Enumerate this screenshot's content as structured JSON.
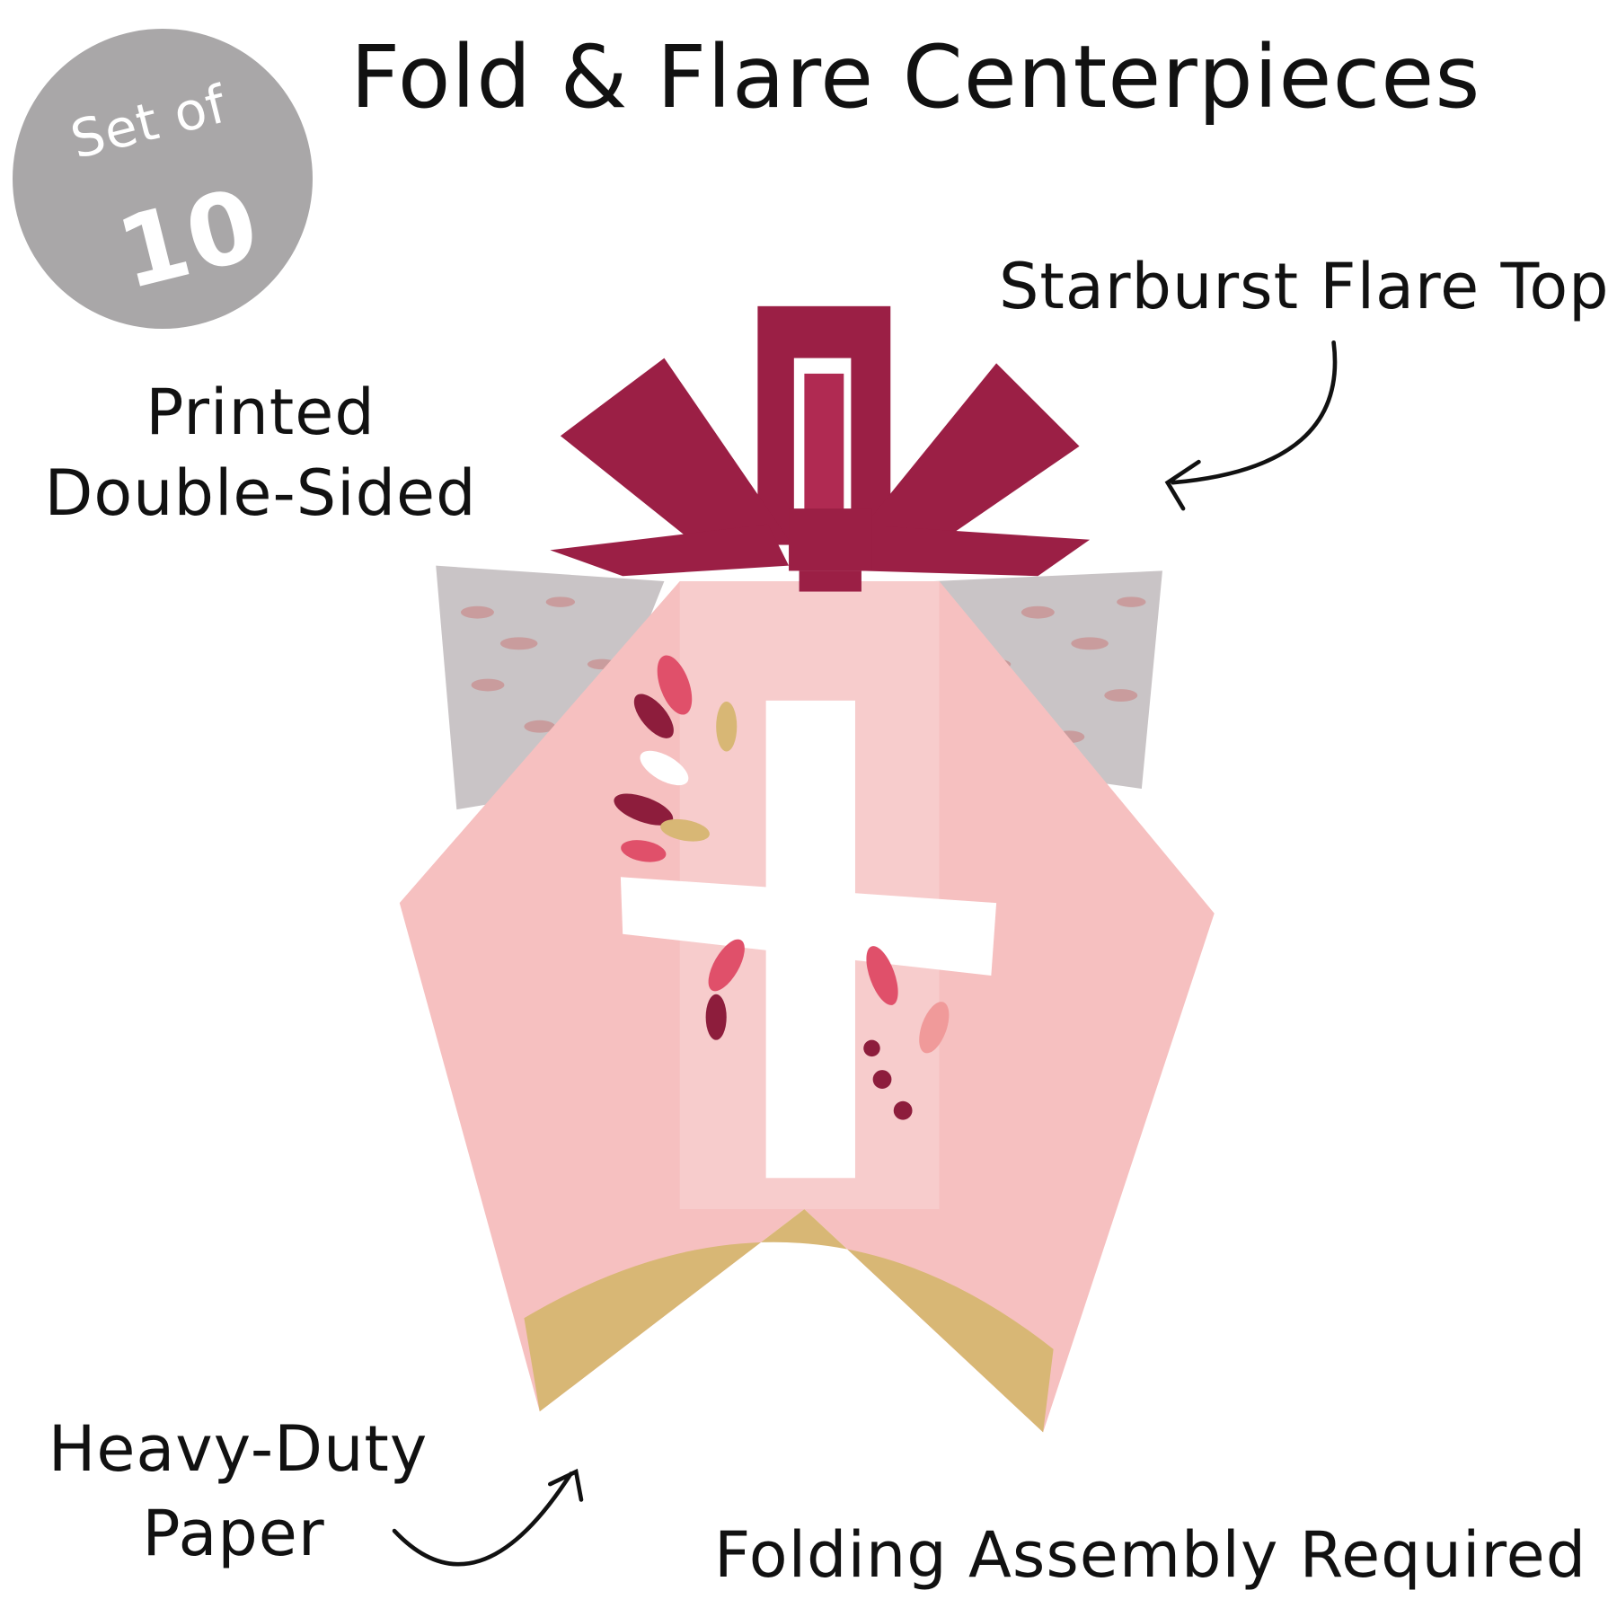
{
  "badge": {
    "line1": "Set of",
    "line2": "10"
  },
  "title": "Fold & Flare Centerpieces",
  "callouts": {
    "starburst": "Starburst Flare Top",
    "printed_line1": "Printed",
    "printed_line2": "Double-Sided",
    "paper_line1": "Heavy-Duty",
    "paper_line2": "Paper",
    "assembly": "Folding Assembly Required"
  },
  "colors": {
    "badge": "#a9a7a8",
    "starburst": "#9b1f45",
    "panel": "#f6c0c0",
    "gold": "#d8b775"
  }
}
